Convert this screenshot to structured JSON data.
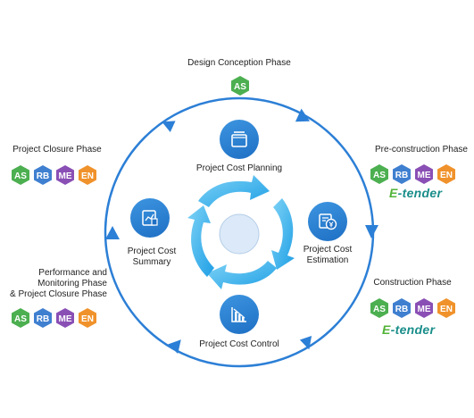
{
  "phases": {
    "design": {
      "label": "Design Conception Phase",
      "badges": [
        "AS"
      ]
    },
    "preconstruction": {
      "label": "Pre-construction Phase",
      "badges": [
        "AS",
        "RB",
        "ME",
        "EN"
      ],
      "brand": "E-tender"
    },
    "construction": {
      "label": "Construction Phase",
      "badges": [
        "AS",
        "RB",
        "ME",
        "EN"
      ],
      "brand": "E-tender"
    },
    "performance": {
      "label_lines": [
        "Performance and",
        "Monitoring Phase",
        "& Project Closure Phase"
      ],
      "badges": [
        "AS",
        "RB",
        "ME",
        "EN"
      ]
    },
    "closure": {
      "label": "Project Closure Phase",
      "badges": [
        "AS",
        "RB",
        "ME",
        "EN"
      ]
    }
  },
  "nodes": {
    "planning": {
      "label": "Project Cost Planning",
      "icon": "document-stack-icon"
    },
    "estimation": {
      "label_lines": [
        "Project Cost",
        "Estimation"
      ],
      "icon": "yen-calculator-icon"
    },
    "control": {
      "label": "Project Cost Control",
      "icon": "bar-chart-down-icon"
    },
    "summary": {
      "label_lines": [
        "Project Cost",
        "Summary"
      ],
      "icon": "chart-report-icon"
    }
  },
  "brand_text": {
    "e": "E",
    "rest": "-tender"
  },
  "colors": {
    "ring": "#2c7fd6",
    "node": "#1e6fc4",
    "cycle_arrows": "#35b6ef",
    "center_circle": "#dce9f8",
    "badge_as": "#4caf50",
    "badge_rb": "#3f7fd0",
    "badge_me": "#8a4fb5",
    "badge_en": "#f0922b"
  }
}
